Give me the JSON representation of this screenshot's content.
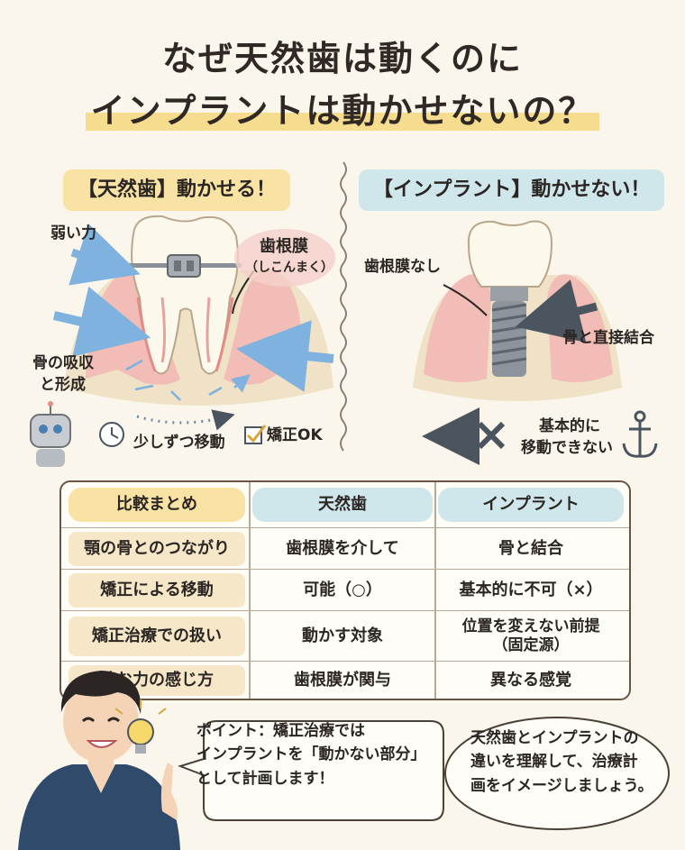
{
  "title": {
    "line1": "なぜ天然歯は動くのに",
    "line2": "インプラントは動かせないの？"
  },
  "left_panel": {
    "tag": "【天然歯】動かせる！",
    "weak_force": "弱い力",
    "pdl_label": "歯根膜",
    "pdl_reading": "（しこんまく）",
    "bone_line1": "骨の吸収",
    "bone_line2": "と形成",
    "slow_move": "少しずつ移動",
    "ortho_ok": "矯正OK"
  },
  "right_panel": {
    "tag": "【インプラント】動かせない！",
    "no_pdl": "歯根膜なし",
    "bone_direct": "骨と直接結合",
    "no_move_line1": "基本的に",
    "no_move_line2": "移動できない"
  },
  "table": {
    "headers": [
      "比較まとめ",
      "天然歯",
      "インプラント"
    ],
    "rows": [
      [
        "顎の骨とのつながり",
        "歯根膜を介して",
        "骨と結合"
      ],
      [
        "矯正による移動",
        "可能（○）",
        "基本的に不可（×）"
      ],
      [
        "矯正治療での扱い",
        "動かす対象",
        "位置を変えない前提\n（固定源）"
      ],
      [
        "噛む力の感じ方",
        "歯根膜が関与",
        "異なる感覚"
      ]
    ]
  },
  "bubble1": {
    "line1": "ポイント：矯正治療では",
    "line2": "インプラントを「動かない部分」",
    "line3": "として計画します！"
  },
  "bubble2": {
    "line1": "天然歯とインプラントの",
    "line2": "違いを理解して、治療計",
    "line3": "画をイメージしましょう。"
  },
  "colors": {
    "gum": "#f2b9b4",
    "bone": "#efe2c6",
    "arrow_blue": "#7fb2de",
    "tag_yellow": "#f8e2a4",
    "tag_blue": "#cfe6ea"
  }
}
